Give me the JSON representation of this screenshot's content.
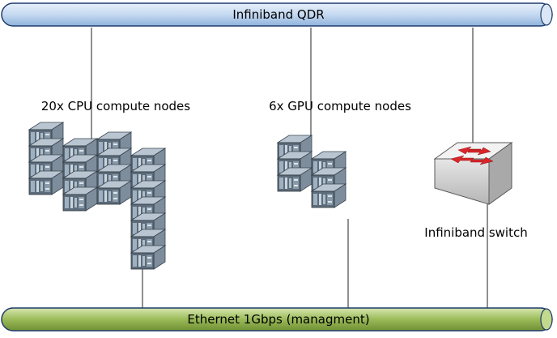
{
  "buses": {
    "top": {
      "label": "Infiniband QDR",
      "color": "#c5d9f1",
      "stroke": "#1f3c6d"
    },
    "bottom": {
      "label": "Ethernet 1Gbps (managment)",
      "color": "#9bbb59",
      "stroke": "#1f3c6d"
    }
  },
  "groups": {
    "cpu": {
      "label": "20x CPU compute nodes"
    },
    "gpu": {
      "label": "6x GPU compute nodes"
    },
    "switch": {
      "label": "Infiniband switch"
    }
  },
  "colors": {
    "server_top": "#b7c4cf",
    "server_front": "#5f6f7d",
    "server_side": "#8494a3",
    "switch_arrow": "#d9262a"
  }
}
